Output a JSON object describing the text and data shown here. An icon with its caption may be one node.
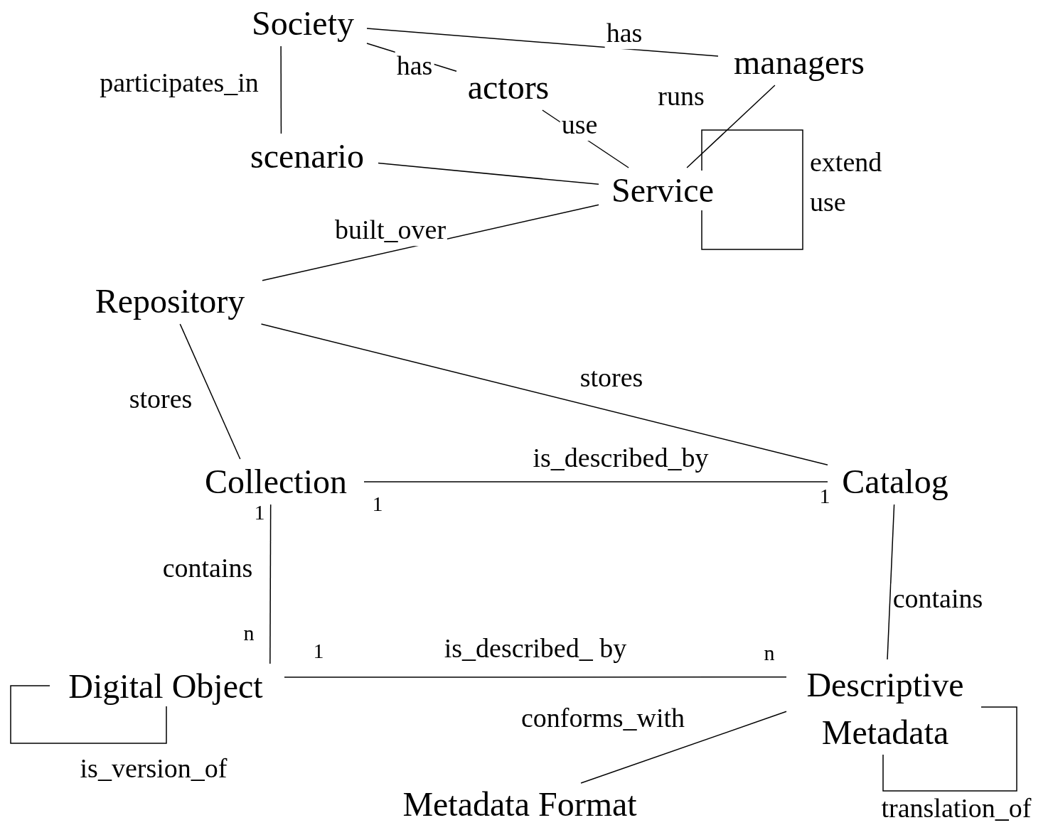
{
  "diagram": {
    "nodes": [
      {
        "text": [
          "Society"
        ]
      },
      {
        "text": [
          "actors"
        ]
      },
      {
        "text": [
          "managers"
        ]
      },
      {
        "text": [
          "scenario"
        ]
      },
      {
        "text": [
          "Service"
        ]
      },
      {
        "text": [
          "Repository"
        ]
      },
      {
        "text": [
          "Collection"
        ]
      },
      {
        "text": [
          "Catalog"
        ]
      },
      {
        "text": [
          "Digital Object"
        ]
      },
      {
        "text": [
          "Descriptive Metadata"
        ]
      },
      {
        "text": [
          "Metadata Format"
        ]
      }
    ],
    "edges": [
      {
        "from": 0,
        "to": 2,
        "arrow": "none",
        "label": "has"
      },
      {
        "from": 0,
        "to": 1,
        "arrow": "none",
        "label": "has"
      },
      {
        "from": 0,
        "to": 3,
        "arrow": "none",
        "label": "participates_in"
      },
      {
        "from": 1,
        "to": 4,
        "arrow": "none",
        "label": "use"
      },
      {
        "from": 2,
        "to": 4,
        "arrow": "none",
        "label": "runs"
      },
      {
        "from": 3,
        "to": 4,
        "arrow": "none"
      },
      {
        "from": 4,
        "to": 4,
        "arrow": "none",
        "label": "extend use"
      },
      {
        "from": 4,
        "to": 5,
        "arrow": "none",
        "label": "built_over"
      },
      {
        "from": 5,
        "to": 6,
        "arrow": "none",
        "label": "stores"
      },
      {
        "from": 5,
        "to": 7,
        "arrow": "none",
        "label": "stores"
      },
      {
        "from": 6,
        "to": 7,
        "arrow": "none",
        "label": "is_described_by"
      },
      {
        "from": 6,
        "to": 8,
        "arrow": "none",
        "label": "contains"
      },
      {
        "from": 8,
        "to": 9,
        "arrow": "none",
        "label": "is_described_ by"
      },
      {
        "from": 7,
        "to": 9,
        "arrow": "none",
        "label": "contains"
      },
      {
        "from": 8,
        "to": 8,
        "arrow": "none",
        "label": "is_version_of"
      },
      {
        "from": 9,
        "to": 10,
        "arrow": "none",
        "label": "conforms_with"
      },
      {
        "from": 9,
        "to": 9,
        "arrow": "none",
        "label": "translation_of"
      }
    ],
    "labels": [
      "1",
      "1",
      "1",
      "n",
      "1",
      "n"
    ]
  }
}
